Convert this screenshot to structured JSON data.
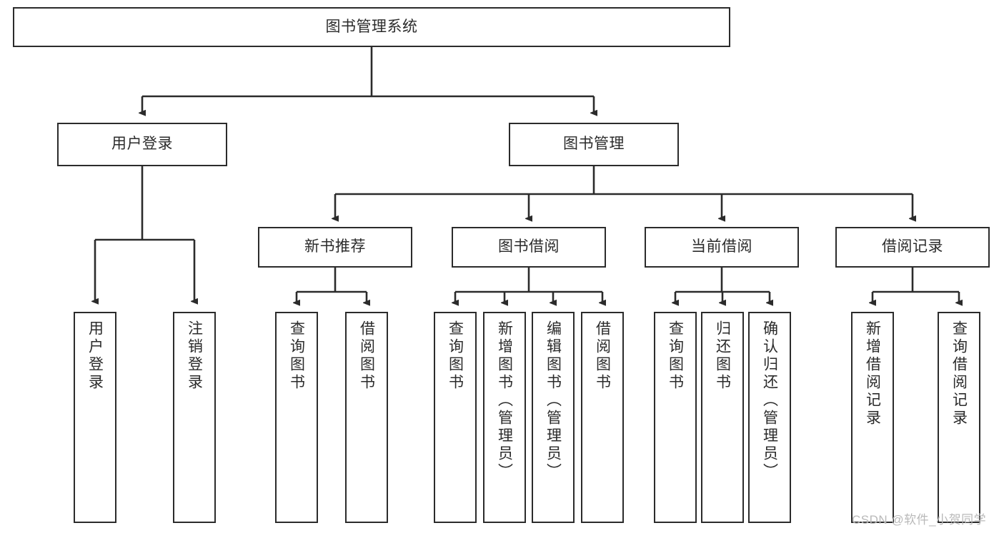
{
  "diagram": {
    "title": "图书管理系统",
    "type": "hierarchy-tree",
    "orientation": "top-down",
    "colors": {
      "box_border": "#2b2b2b",
      "box_fill": "#ffffff",
      "edge": "#2b2b2b",
      "text": "#2b2b2b",
      "watermark": "#b9b9b9",
      "background": "#ffffff"
    }
  },
  "watermark": {
    "text": "CSDN @软件_小贺同学"
  },
  "nodes": {
    "root": {
      "label": "图书管理系统",
      "level": 0
    },
    "level1": [
      {
        "id": "user-login",
        "label": "用户登录",
        "level": 1
      },
      {
        "id": "book-manage",
        "label": "图书管理",
        "level": 1
      }
    ],
    "level2": [
      {
        "id": "new-book-recommend",
        "label": "新书推荐",
        "level": 2,
        "parent": "book-manage"
      },
      {
        "id": "book-borrow",
        "label": "图书借阅",
        "level": 2,
        "parent": "book-manage"
      },
      {
        "id": "current-borrow",
        "label": "当前借阅",
        "level": 2,
        "parent": "book-manage"
      },
      {
        "id": "borrow-record",
        "label": "借阅记录",
        "level": 2,
        "parent": "book-manage"
      }
    ],
    "leaves": [
      {
        "id": "leaf-user-login",
        "label": "用户登录",
        "parent": "user-login"
      },
      {
        "id": "leaf-user-logout",
        "label": "注销登录",
        "parent": "user-login"
      },
      {
        "id": "leaf-query-book-1",
        "label": "查询图书",
        "parent": "new-book-recommend"
      },
      {
        "id": "leaf-borrow-book-1",
        "label": "借阅图书",
        "parent": "new-book-recommend"
      },
      {
        "id": "leaf-query-book-2",
        "label": "查询图书",
        "parent": "book-borrow"
      },
      {
        "id": "leaf-add-book",
        "label": "新增图书（管理员）",
        "parent": "book-borrow"
      },
      {
        "id": "leaf-edit-book",
        "label": "编辑图书（管理员）",
        "parent": "book-borrow"
      },
      {
        "id": "leaf-borrow-book-2",
        "label": "借阅图书",
        "parent": "book-borrow"
      },
      {
        "id": "leaf-query-book-3",
        "label": "查询图书",
        "parent": "current-borrow"
      },
      {
        "id": "leaf-return-book",
        "label": "归还图书",
        "parent": "current-borrow"
      },
      {
        "id": "leaf-confirm-return",
        "label": "确认归还（管理员）",
        "parent": "current-borrow"
      },
      {
        "id": "leaf-add-record",
        "label": "新增借阅记录",
        "parent": "borrow-record"
      },
      {
        "id": "leaf-query-record",
        "label": "查询借阅记录",
        "parent": "borrow-record"
      }
    ]
  }
}
